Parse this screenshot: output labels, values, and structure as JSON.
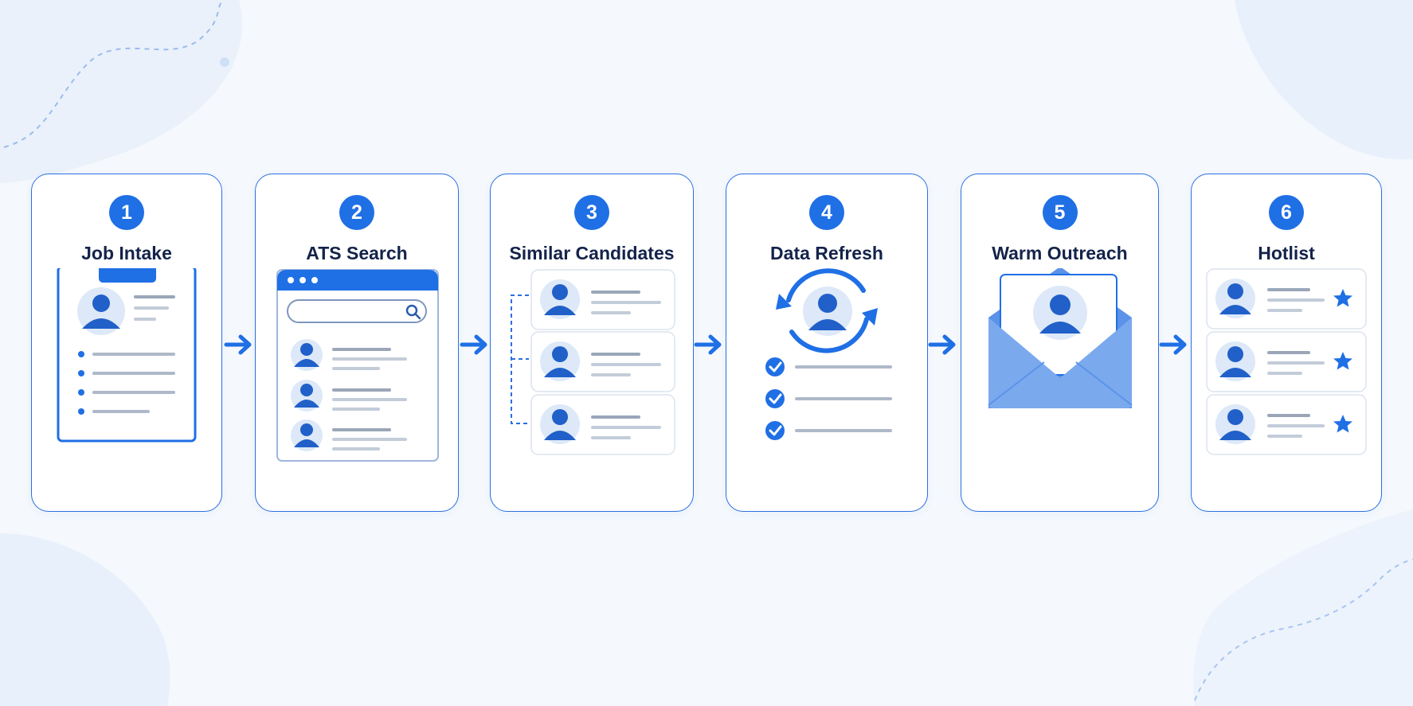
{
  "colors": {
    "accent": "#1f6fe5",
    "border": "#2a6fe0",
    "title": "#14234a",
    "avatar_bg": "#dde8f8",
    "line_gray": "#aeb8c8",
    "line_dark": "#9aa6b8",
    "envelope": "#7aa9ee",
    "background": "#f5f8fc"
  },
  "steps": [
    {
      "number": "1",
      "title": "Job Intake",
      "icon": "clipboard-profile-icon"
    },
    {
      "number": "2",
      "title": "ATS Search",
      "icon": "browser-search-icon"
    },
    {
      "number": "3",
      "title": "Similar Candidates",
      "icon": "candidate-cards-icon"
    },
    {
      "number": "4",
      "title": "Data Refresh",
      "icon": "refresh-profile-icon"
    },
    {
      "number": "5",
      "title": "Warm Outreach",
      "icon": "envelope-profile-icon"
    },
    {
      "number": "6",
      "title": "Hotlist",
      "icon": "starred-candidates-icon"
    }
  ],
  "connectors": [
    "arrow-right-icon",
    "arrow-right-icon",
    "arrow-right-icon",
    "arrow-right-icon",
    "arrow-right-icon"
  ]
}
